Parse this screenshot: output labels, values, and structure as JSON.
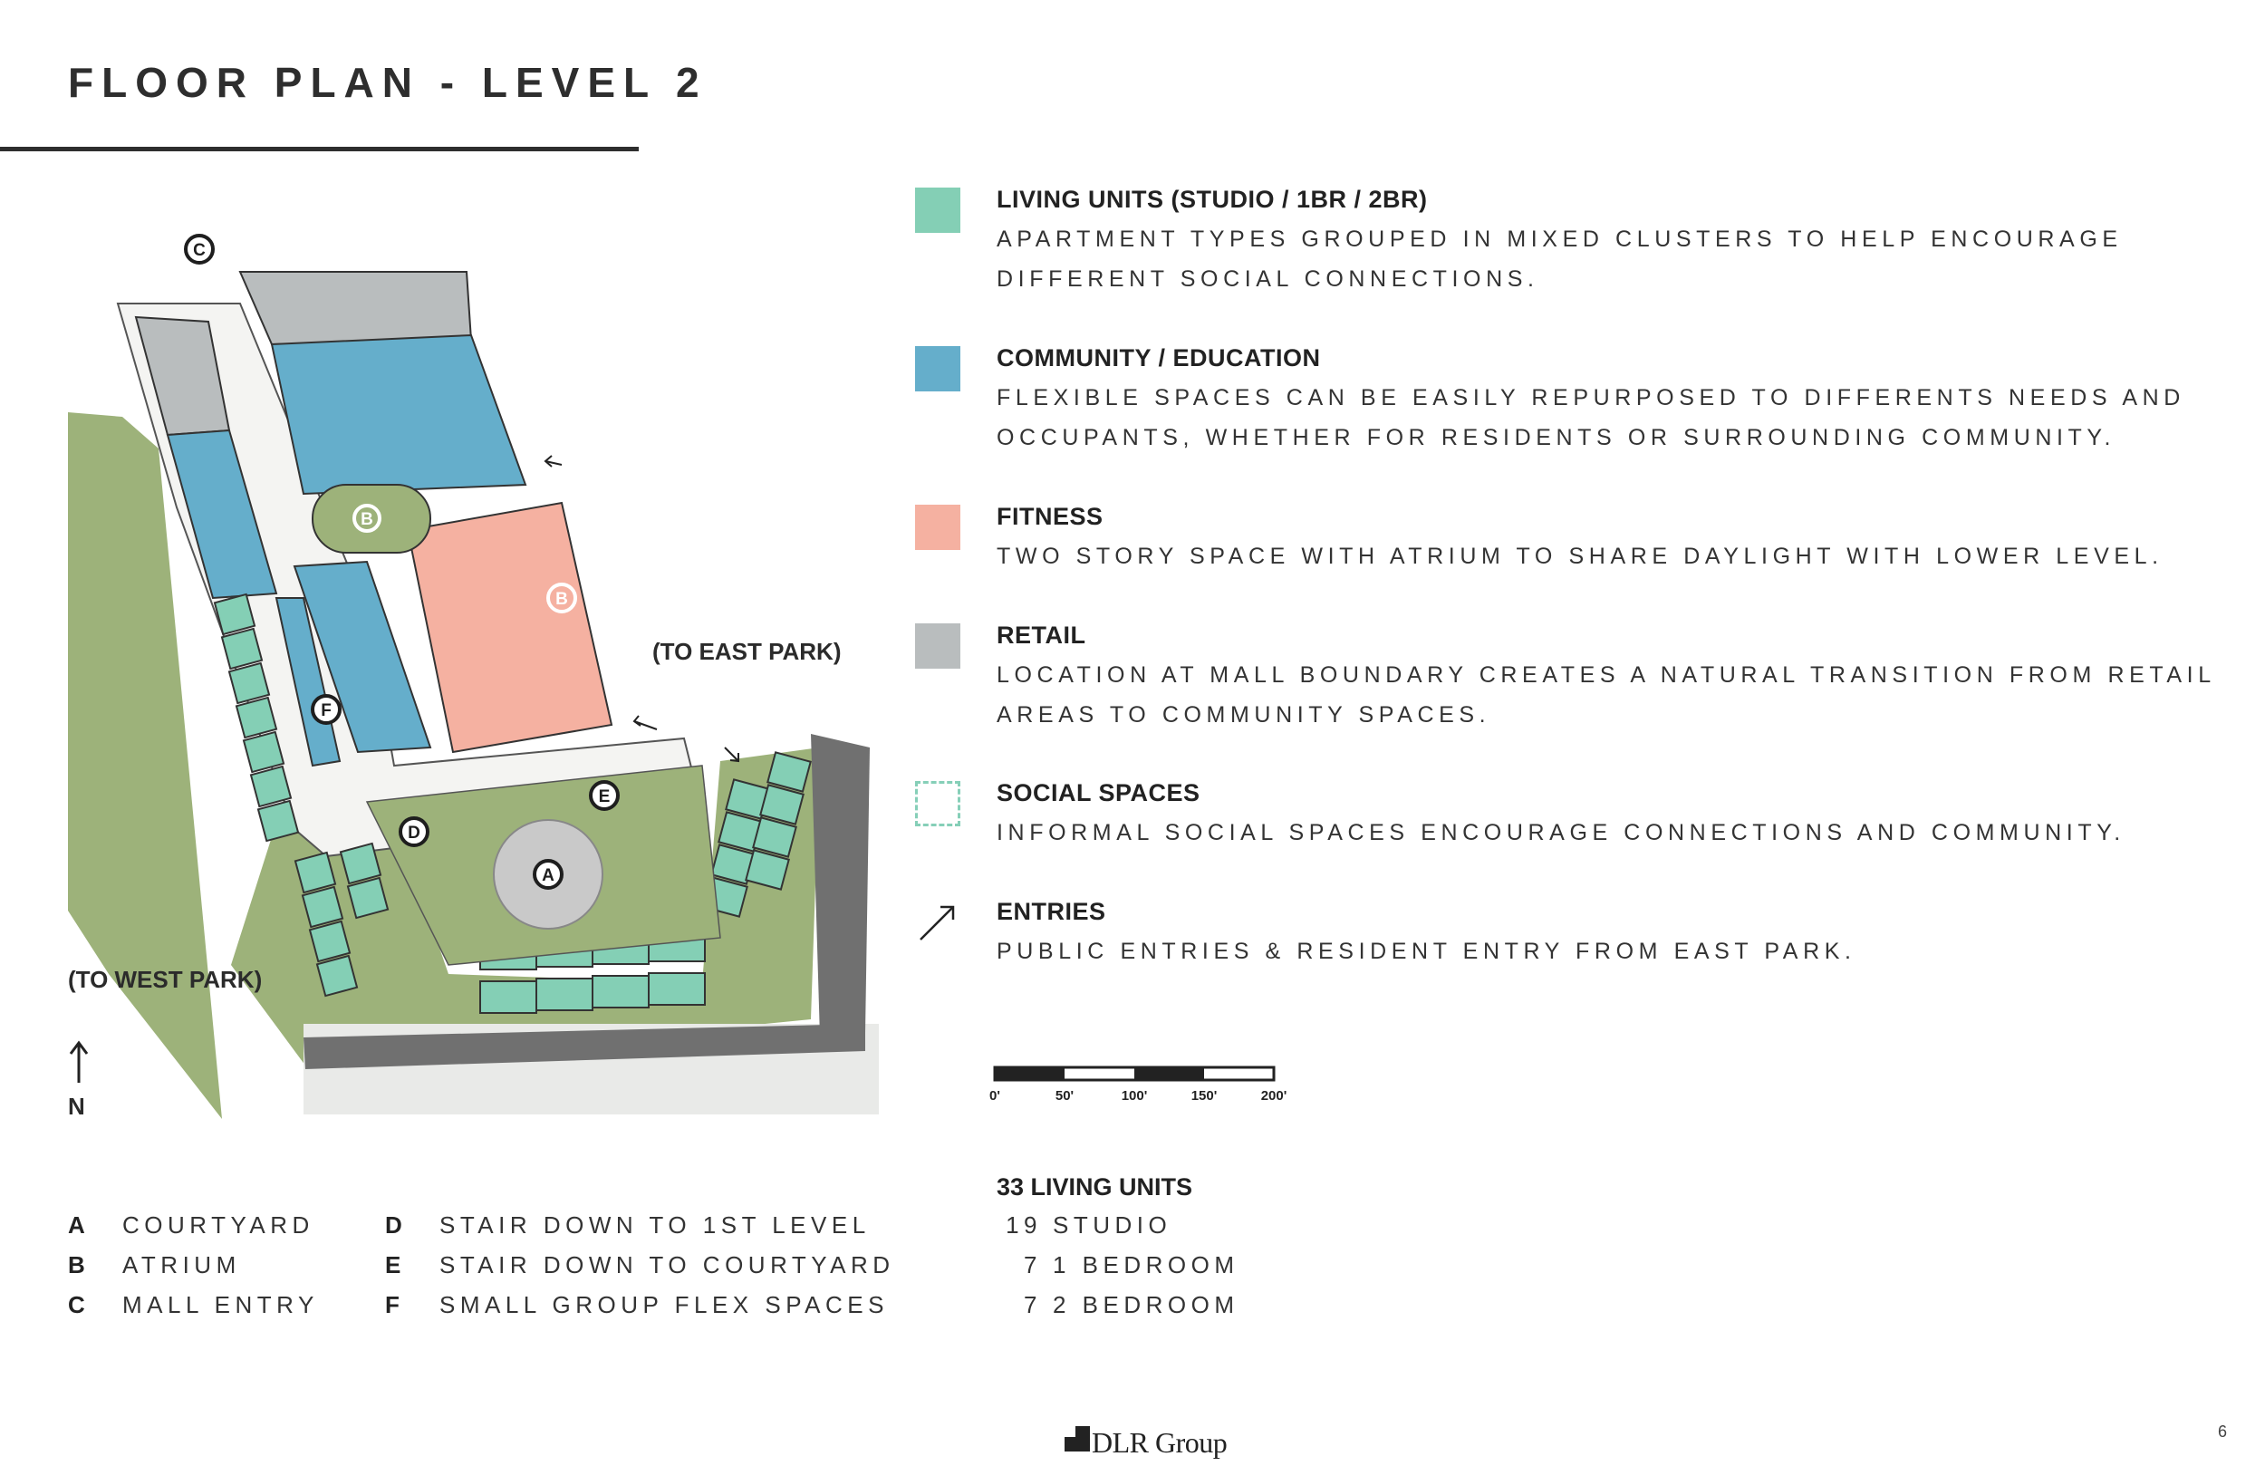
{
  "title": "FLOOR PLAN - LEVEL 2",
  "plan": {
    "to_east_park": "(TO EAST PARK)",
    "to_west_park": "(TO WEST PARK)",
    "north": "N",
    "markers": [
      "A",
      "B",
      "B",
      "C",
      "D",
      "E",
      "F"
    ]
  },
  "legend": [
    {
      "title": "LIVING UNITS (STUDIO / 1BR / 2BR)",
      "description": "APARTMENT TYPES GROUPED IN MIXED CLUSTERS TO HELP ENCOURAGE DIFFERENT SOCIAL CONNECTIONS.",
      "color": "#84cfb5"
    },
    {
      "title": "COMMUNITY / EDUCATION",
      "description": "FLEXIBLE SPACES CAN BE EASILY REPURPOSED TO DIFFERENTS NEEDS AND OCCUPANTS, WHETHER FOR RESIDENTS OR SURROUNDING COMMUNITY.",
      "color": "#65aecb"
    },
    {
      "title": "FITNESS",
      "description": "TWO STORY SPACE WITH ATRIUM TO SHARE DAYLIGHT WITH LOWER LEVEL.",
      "color": "#f5b1a1"
    },
    {
      "title": "RETAIL",
      "description": "LOCATION AT MALL BOUNDARY CREATES A NATURAL TRANSITION FROM RETAIL AREAS TO COMMUNITY SPACES.",
      "color": "#b9bdbe"
    },
    {
      "title": "SOCIAL SPACES",
      "description": "INFORMAL SOCIAL SPACES ENCOURAGE CONNECTIONS AND COMMUNITY.",
      "color": "#86cfb8"
    },
    {
      "title": "ENTRIES",
      "description": "PUBLIC ENTRIES & RESIDENT ENTRY FROM EAST PARK."
    }
  ],
  "scale": {
    "labels": [
      "0'",
      "50'",
      "100'",
      "150'",
      "200'"
    ]
  },
  "units": {
    "title": "33 LIVING UNITS",
    "rows": [
      {
        "count": "19",
        "label": "STUDIO"
      },
      {
        "count": "7",
        "label": "1 BEDROOM"
      },
      {
        "count": "7",
        "label": "2 BEDROOM"
      }
    ]
  },
  "key": [
    {
      "letter": "A",
      "label": "COURTYARD"
    },
    {
      "letter": "B",
      "label": "ATRIUM"
    },
    {
      "letter": "C",
      "label": "MALL ENTRY"
    },
    {
      "letter": "D",
      "label": "STAIR DOWN TO 1ST LEVEL"
    },
    {
      "letter": "E",
      "label": "STAIR DOWN TO COURTYARD"
    },
    {
      "letter": "F",
      "label": "SMALL GROUP FLEX SPACES"
    }
  ],
  "logo": "DLR Group",
  "page_number": "6"
}
